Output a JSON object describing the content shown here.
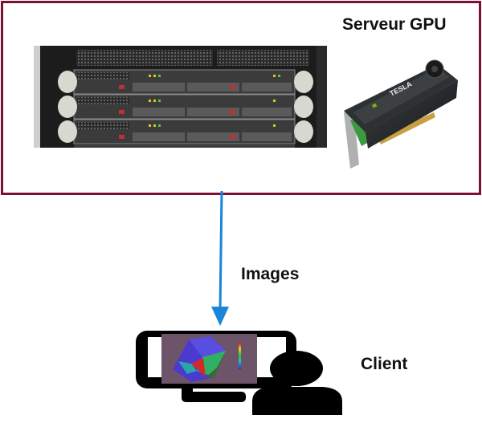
{
  "server": {
    "title": "Serveur GPU",
    "rack_image": "server-rack-photo",
    "gpu_image": "nvidia-tesla-gpu-card",
    "gpu_brand_text": "TESLA"
  },
  "connection": {
    "label": "Images",
    "direction": "server-to-client"
  },
  "client": {
    "label": "Client",
    "monitor_icon": "monitor-icon",
    "user_icon": "user-silhouette-icon"
  },
  "colors": {
    "frame": "#7d1230",
    "arrow": "#1a86d8",
    "icon": "#000000",
    "screen_bg": "#6e5468"
  }
}
